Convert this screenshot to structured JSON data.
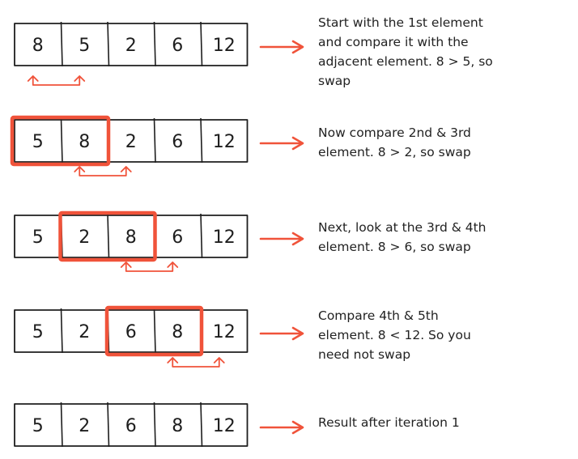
{
  "colors": {
    "ink": "#1e1e1e",
    "accent": "#f0533a"
  },
  "steps": [
    {
      "values": [
        "8",
        "5",
        "2",
        "6",
        "12"
      ],
      "highlight": [],
      "swap_arrow": [
        0,
        1
      ],
      "note": [
        "Start with the 1st element",
        "and compare it with the",
        "adjacent element. 8 > 5, so",
        "swap"
      ]
    },
    {
      "values": [
        "5",
        "8",
        "2",
        "6",
        "12"
      ],
      "highlight": [
        0,
        1
      ],
      "swap_arrow": [
        1,
        2
      ],
      "note": [
        "Now compare 2nd & 3rd",
        "element. 8 > 2, so swap"
      ]
    },
    {
      "values": [
        "5",
        "2",
        "8",
        "6",
        "12"
      ],
      "highlight": [
        1,
        2
      ],
      "swap_arrow": [
        2,
        3
      ],
      "note": [
        "Next, look at the 3rd & 4th",
        "element. 8 > 6, so swap"
      ]
    },
    {
      "values": [
        "5",
        "2",
        "6",
        "8",
        "12"
      ],
      "highlight": [
        2,
        3
      ],
      "swap_arrow": [
        3,
        4
      ],
      "note": [
        "Compare 4th & 5th",
        "element. 8 < 12. So you",
        "need not swap"
      ]
    },
    {
      "values": [
        "5",
        "2",
        "6",
        "8",
        "12"
      ],
      "highlight": [],
      "swap_arrow": [],
      "note": [
        "Result after iteration 1"
      ]
    }
  ]
}
